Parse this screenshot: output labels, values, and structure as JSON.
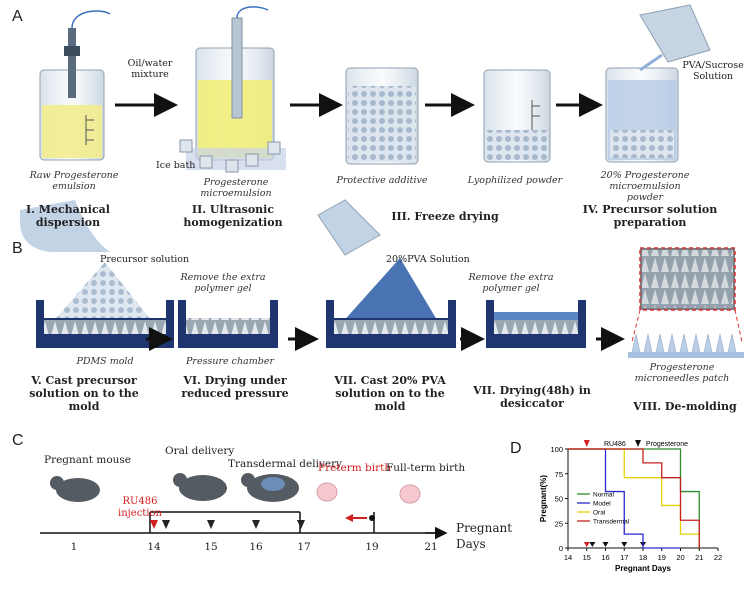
{
  "panel_a": {
    "label": "A",
    "raw_caption": "Raw Progesterone emulsion",
    "arrow1_label": "Oil/water mixture",
    "micro_caption": "Progesterone microemulsion",
    "ice_bath": "Ice bath",
    "protective_caption": "Protective additive",
    "lyophilized_caption": "Lyophilized powder",
    "powder_caption": "20% Progesterone microemulsion powder",
    "pva_sucrose": "PVA/Sucrose Solution",
    "step1": "I. Mechanical dispersion",
    "step2": "II. Ultrasonic homogenization",
    "step3": "III. Freeze drying",
    "step4": "IV. Precursor solution preparation"
  },
  "panel_b": {
    "label": "B",
    "precursor_solution": "Precursor solution",
    "remove1": "Remove the extra polymer gel",
    "pva_solution": "20%PVA Solution",
    "remove2": "Remove the extra polymer gel",
    "pdms_mold": "PDMS mold",
    "pressure_chamber": "Pressure chamber",
    "patch_caption": "Progesterone microneedles patch",
    "step5": "V. Cast precursor solution on to the mold",
    "step6": "VI. Drying under reduced pressure",
    "step7": "VII. Cast 20% PVA solution on to the mold",
    "step7b": "VII. Drying(48h) in desiccator",
    "step8": "VIII. De-molding"
  },
  "panel_c": {
    "label": "C",
    "pregnant_mouse": "Pregnant mouse",
    "oral_delivery": "Oral delivery",
    "transdermal_delivery": "Transdermal delivery",
    "ru486_injection": "RU486 injection",
    "preterm_birth": "Preterm birth",
    "fullterm_birth": "Full-term birth",
    "axis_title": "Pregnant Days",
    "ticks": [
      "1",
      "14",
      "15",
      "16",
      "17",
      "19",
      "21"
    ],
    "colors": {
      "red": "#d42020",
      "dark": "#222222"
    }
  },
  "chart_data": {
    "type": "line",
    "panel_label": "D",
    "xlabel": "Pregnant Days",
    "ylabel": "Pregnant(%)",
    "xlim": [
      14,
      22
    ],
    "ylim": [
      0,
      100
    ],
    "x_ticks": [
      "14",
      "15",
      "16",
      "17",
      "18",
      "19",
      "20",
      "21",
      "22"
    ],
    "y_ticks": [
      "0",
      "25",
      "50",
      "75",
      "100"
    ],
    "annotations": {
      "ru486": "RU486",
      "progesterone": "Progesterone"
    },
    "legend_position": "bottom-left",
    "series": [
      {
        "name": "Normal",
        "color": "#2e8b2e",
        "steps": [
          [
            14,
            100
          ],
          [
            20,
            100
          ],
          [
            20,
            57
          ],
          [
            21,
            57
          ],
          [
            21,
            0
          ]
        ]
      },
      {
        "name": "Model",
        "color": "#2a2ad0",
        "steps": [
          [
            14,
            100
          ],
          [
            16,
            100
          ],
          [
            16,
            57
          ],
          [
            17,
            57
          ],
          [
            17,
            14
          ],
          [
            18,
            14
          ],
          [
            18,
            0
          ],
          [
            20,
            0
          ]
        ]
      },
      {
        "name": "Oral",
        "color": "#e6d200",
        "steps": [
          [
            14,
            100
          ],
          [
            17,
            100
          ],
          [
            17,
            71
          ],
          [
            19,
            71
          ],
          [
            19,
            43
          ],
          [
            20,
            43
          ],
          [
            20,
            14
          ],
          [
            21,
            14
          ],
          [
            21,
            0
          ]
        ]
      },
      {
        "name": "Transdermal",
        "color": "#c42222",
        "steps": [
          [
            14,
            100
          ],
          [
            18,
            100
          ],
          [
            18,
            86
          ],
          [
            19,
            86
          ],
          [
            19,
            71
          ],
          [
            20,
            71
          ],
          [
            20,
            28
          ],
          [
            21,
            28
          ],
          [
            21,
            0
          ]
        ]
      }
    ],
    "ru486_day": 15,
    "progesterone_days": [
      15.3,
      16,
      17,
      18
    ]
  }
}
